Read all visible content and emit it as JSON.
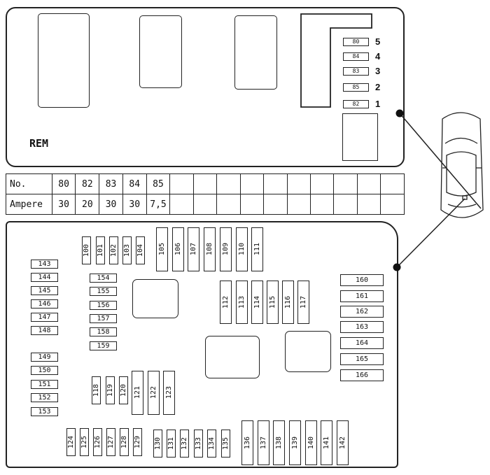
{
  "rem_box": {
    "label": "REM",
    "fuses": [
      {
        "number": "80",
        "slot": "5"
      },
      {
        "number": "84",
        "slot": "4"
      },
      {
        "number": "83",
        "slot": "3"
      },
      {
        "number": "85",
        "slot": "2"
      },
      {
        "number": "82",
        "slot": "1"
      }
    ]
  },
  "ampere_table": {
    "row_labels": [
      "No.",
      "Ampere"
    ],
    "numbers": [
      "80",
      "82",
      "83",
      "84",
      "85",
      "",
      "",
      "",
      "",
      "",
      "",
      "",
      "",
      "",
      ""
    ],
    "amperes": [
      "30",
      "20",
      "30",
      "30",
      "7,5",
      "",
      "",
      "",
      "",
      "",
      "",
      "",
      "",
      "",
      ""
    ]
  },
  "main_box": {
    "group_100_104": [
      "100",
      "101",
      "102",
      "103",
      "104"
    ],
    "group_105_111": [
      "105",
      "106",
      "107",
      "108",
      "109",
      "110",
      "111"
    ],
    "group_112_117": [
      "112",
      "113",
      "114",
      "115",
      "116",
      "117"
    ],
    "group_143_148": [
      "143",
      "144",
      "145",
      "146",
      "147",
      "148"
    ],
    "group_149_153": [
      "149",
      "150",
      "151",
      "152",
      "153"
    ],
    "group_154_159": [
      "154",
      "155",
      "156",
      "157",
      "158",
      "159"
    ],
    "group_118_120": [
      "118",
      "119",
      "120"
    ],
    "group_121_123": [
      "121",
      "122",
      "123"
    ],
    "group_124_129": [
      "124",
      "125",
      "126",
      "127",
      "128",
      "129"
    ],
    "group_130_135": [
      "130",
      "131",
      "132",
      "133",
      "134",
      "135"
    ],
    "group_136_142": [
      "136",
      "137",
      "138",
      "139",
      "140",
      "141",
      "142"
    ],
    "group_160_166": [
      "160",
      "161",
      "162",
      "163",
      "164",
      "165",
      "166"
    ]
  }
}
